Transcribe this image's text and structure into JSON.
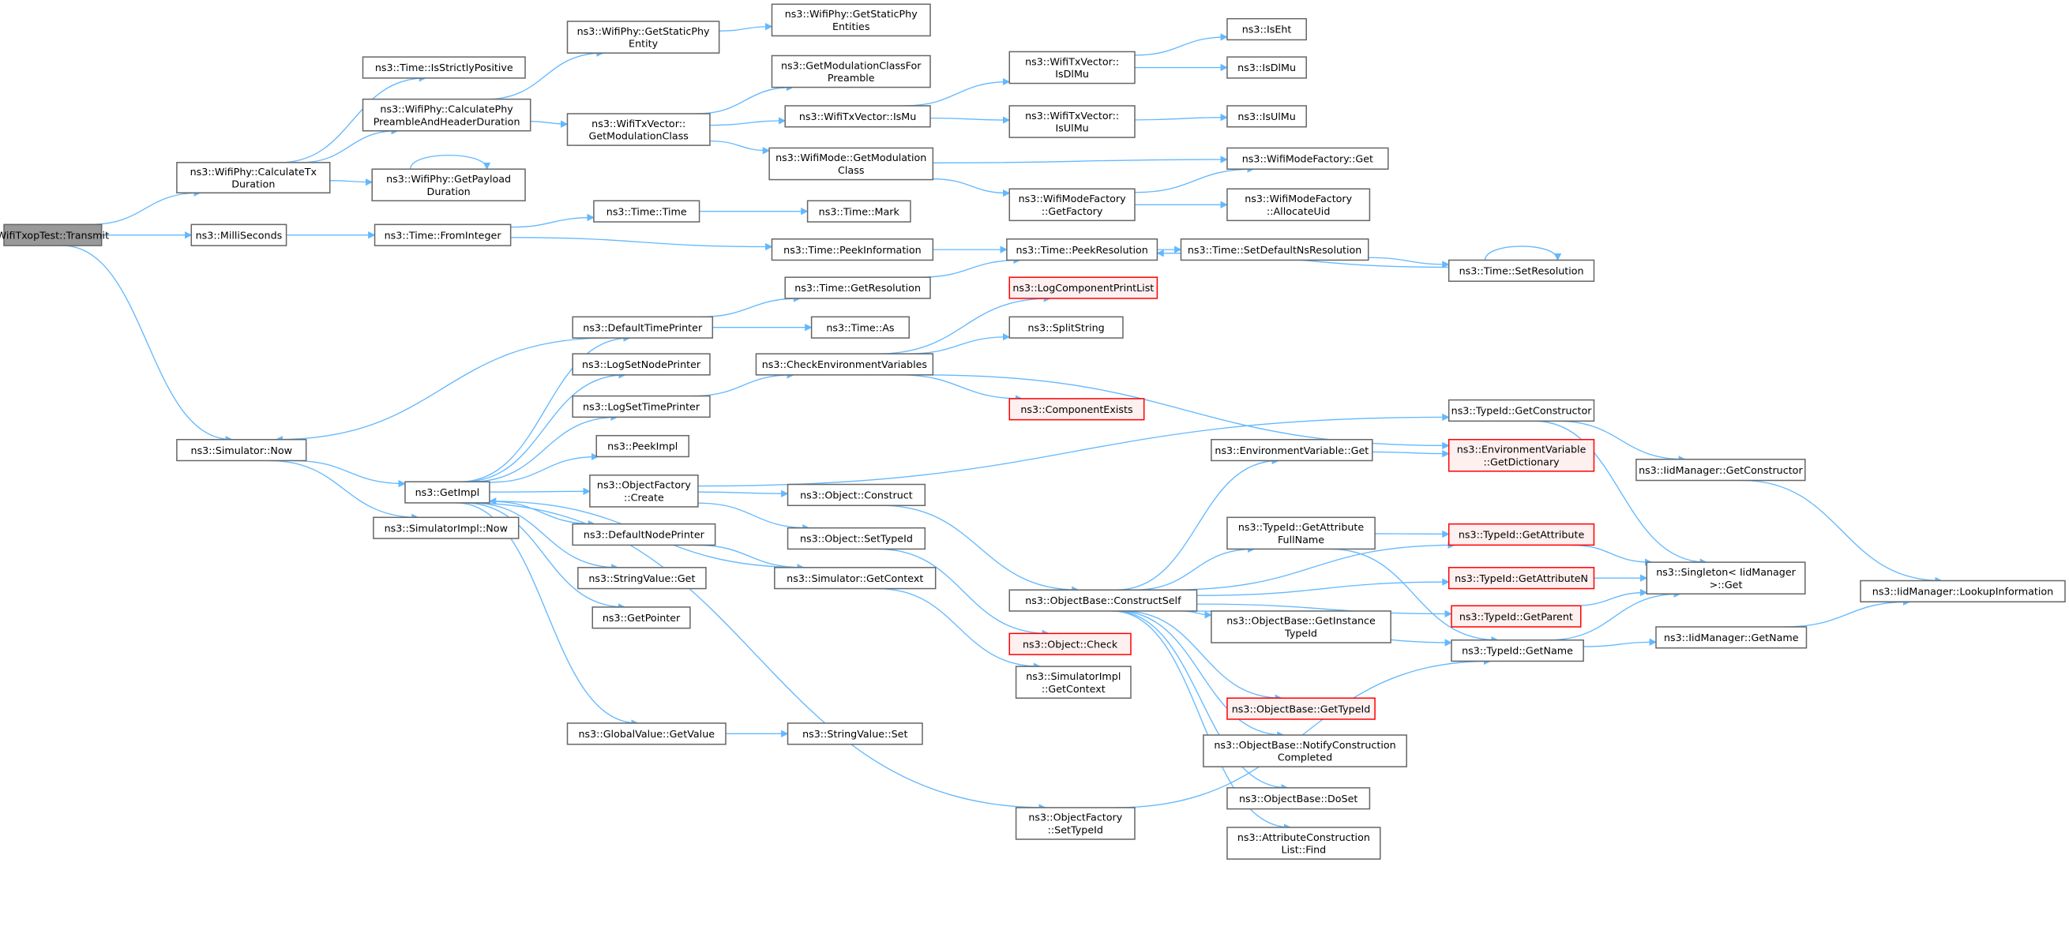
{
  "title": "WifiTxopTest::Transmit call graph",
  "colors": {
    "edge": "#63b8ff",
    "node_border": "#666666",
    "root_fill": "#999999",
    "red_border": "#ff0000",
    "red_fill": "#fff0f0"
  },
  "nodes": {
    "transmit": {
      "label": [
        "WifiTxopTest::Transmit"
      ],
      "style": "root"
    },
    "calcTx": {
      "label": [
        "ns3::WifiPhy::CalculateTx",
        "Duration"
      ]
    },
    "isStrictly": {
      "label": [
        "ns3::Time::IsStrictlyPositive"
      ]
    },
    "calcPhyPre": {
      "label": [
        "ns3::WifiPhy::CalculatePhy",
        "PreambleAndHeaderDuration"
      ]
    },
    "getPayload": {
      "label": [
        "ns3::WifiPhy::GetPayload",
        "Duration"
      ]
    },
    "getStaticPhyEntity": {
      "label": [
        "ns3::WifiPhy::GetStaticPhy",
        "Entity"
      ]
    },
    "getStaticPhyEntities": {
      "label": [
        "ns3::WifiPhy::GetStaticPhy",
        "Entities"
      ]
    },
    "getModClass": {
      "label": [
        "ns3::WifiTxVector::",
        "GetModulationClass"
      ]
    },
    "getModClassPreamble": {
      "label": [
        "ns3::GetModulationClassFor",
        "Preamble"
      ]
    },
    "isMu": {
      "label": [
        "ns3::WifiTxVector::IsMu"
      ]
    },
    "modeGetModClass": {
      "label": [
        "ns3::WifiMode::GetModulation",
        "Class"
      ]
    },
    "isDlMu": {
      "label": [
        "ns3::WifiTxVector::",
        "IsDlMu"
      ]
    },
    "isUlMu": {
      "label": [
        "ns3::WifiTxVector::",
        "IsUlMu"
      ]
    },
    "isEht": {
      "label": [
        "ns3::IsEht"
      ]
    },
    "isDlMuFn": {
      "label": [
        "ns3::IsDlMu"
      ]
    },
    "isUlMuFn": {
      "label": [
        "ns3::IsUlMu"
      ]
    },
    "modeFactoryGet": {
      "label": [
        "ns3::WifiModeFactory::Get"
      ]
    },
    "getFactory": {
      "label": [
        "ns3::WifiModeFactory",
        "::GetFactory"
      ]
    },
    "allocateUid": {
      "label": [
        "ns3::WifiModeFactory",
        "::AllocateUid"
      ]
    },
    "milliSeconds": {
      "label": [
        "ns3::MilliSeconds"
      ]
    },
    "fromInteger": {
      "label": [
        "ns3::Time::FromInteger"
      ]
    },
    "timeTime": {
      "label": [
        "ns3::Time::Time"
      ]
    },
    "timeMark": {
      "label": [
        "ns3::Time::Mark"
      ]
    },
    "peekInfo": {
      "label": [
        "ns3::Time::PeekInformation"
      ]
    },
    "peekRes": {
      "label": [
        "ns3::Time::PeekResolution"
      ]
    },
    "setDefaultNs": {
      "label": [
        "ns3::Time::SetDefaultNsResolution"
      ]
    },
    "setRes": {
      "label": [
        "ns3::Time::SetResolution"
      ]
    },
    "getRes": {
      "label": [
        "ns3::Time::GetResolution"
      ]
    },
    "defaultTimePrinter": {
      "label": [
        "ns3::DefaultTimePrinter"
      ]
    },
    "timeAs": {
      "label": [
        "ns3::Time::As"
      ]
    },
    "logSetNodePrinter": {
      "label": [
        "ns3::LogSetNodePrinter"
      ]
    },
    "logSetTimePrinter": {
      "label": [
        "ns3::LogSetTimePrinter"
      ]
    },
    "peekImpl": {
      "label": [
        "ns3::PeekImpl"
      ]
    },
    "objFactoryCreate": {
      "label": [
        "ns3::ObjectFactory",
        "::Create"
      ]
    },
    "defaultNodePrinter": {
      "label": [
        "ns3::DefaultNodePrinter"
      ]
    },
    "stringValueGet": {
      "label": [
        "ns3::StringValue::Get"
      ]
    },
    "getPointer": {
      "label": [
        "ns3::GetPointer"
      ]
    },
    "globalValueGetValue": {
      "label": [
        "ns3::GlobalValue::GetValue"
      ]
    },
    "stringValueSet": {
      "label": [
        "ns3::StringValue::Set"
      ]
    },
    "simulatorNow": {
      "label": [
        "ns3::Simulator::Now"
      ]
    },
    "getImpl": {
      "label": [
        "ns3::GetImpl"
      ]
    },
    "simulatorImplNow": {
      "label": [
        "ns3::SimulatorImpl::Now"
      ]
    },
    "checkEnv": {
      "label": [
        "ns3::CheckEnvironmentVariables"
      ]
    },
    "logCompPrintList": {
      "label": [
        "ns3::LogComponentPrintList"
      ],
      "style": "red"
    },
    "splitString": {
      "label": [
        "ns3::SplitString"
      ]
    },
    "componentExists": {
      "label": [
        "ns3::ComponentExists"
      ],
      "style": "red"
    },
    "objConstruct": {
      "label": [
        "ns3::Object::Construct"
      ]
    },
    "objSetTypeId": {
      "label": [
        "ns3::Object::SetTypeId"
      ]
    },
    "simGetContext": {
      "label": [
        "ns3::Simulator::GetContext"
      ]
    },
    "objCheck": {
      "label": [
        "ns3::Object::Check"
      ],
      "style": "red"
    },
    "simImplGetContext": {
      "label": [
        "ns3::SimulatorImpl",
        "::GetContext"
      ]
    },
    "objFactorySetTypeId": {
      "label": [
        "ns3::ObjectFactory",
        "::SetTypeId"
      ]
    },
    "constructSelf": {
      "label": [
        "ns3::ObjectBase::ConstructSelf"
      ]
    },
    "envVarGet": {
      "label": [
        "ns3::EnvironmentVariable::Get"
      ]
    },
    "envGetDict": {
      "label": [
        "ns3::EnvironmentVariable",
        "::GetDictionary"
      ],
      "style": "red"
    },
    "typeIdGetConstructor": {
      "label": [
        "ns3::TypeId::GetConstructor"
      ]
    },
    "iidGetConstructor": {
      "label": [
        "ns3::IidManager::GetConstructor"
      ]
    },
    "getAttrFullName": {
      "label": [
        "ns3::TypeId::GetAttribute",
        "FullName"
      ]
    },
    "getAttribute": {
      "label": [
        "ns3::TypeId::GetAttribute"
      ],
      "style": "red"
    },
    "getAttributeN": {
      "label": [
        "ns3::TypeId::GetAttributeN"
      ],
      "style": "red"
    },
    "getParent": {
      "label": [
        "ns3::TypeId::GetParent"
      ],
      "style": "red"
    },
    "singletonGet": {
      "label": [
        "ns3::Singleton< IidManager",
        ">::Get"
      ]
    },
    "lookupInfo": {
      "label": [
        "ns3::IidManager::LookupInformation"
      ]
    },
    "typeIdGetName": {
      "label": [
        "ns3::TypeId::GetName"
      ]
    },
    "iidGetName": {
      "label": [
        "ns3::IidManager::GetName"
      ]
    },
    "getInstanceTypeId": {
      "label": [
        "ns3::ObjectBase::GetInstance",
        "TypeId"
      ]
    },
    "getTypeId": {
      "label": [
        "ns3::ObjectBase::GetTypeId"
      ],
      "style": "red"
    },
    "notifyConstruction": {
      "label": [
        "ns3::ObjectBase::NotifyConstruction",
        "Completed"
      ]
    },
    "doSet": {
      "label": [
        "ns3::ObjectBase::DoSet"
      ]
    },
    "attrConstructionListFind": {
      "label": [
        "ns3::AttributeConstruction",
        "List::Find"
      ]
    }
  },
  "edges": [
    [
      "transmit",
      "calcTx"
    ],
    [
      "transmit",
      "milliSeconds"
    ],
    [
      "transmit",
      "simulatorNow"
    ],
    [
      "calcTx",
      "isStrictly"
    ],
    [
      "calcTx",
      "calcPhyPre"
    ],
    [
      "calcTx",
      "getPayload"
    ],
    [
      "getPayload",
      "getPayload"
    ],
    [
      "calcPhyPre",
      "getStaticPhyEntity"
    ],
    [
      "calcPhyPre",
      "getModClass"
    ],
    [
      "getStaticPhyEntity",
      "getStaticPhyEntities"
    ],
    [
      "getModClass",
      "getModClassPreamble"
    ],
    [
      "getModClass",
      "isMu"
    ],
    [
      "getModClass",
      "modeGetModClass"
    ],
    [
      "isMu",
      "isDlMu"
    ],
    [
      "isMu",
      "isUlMu"
    ],
    [
      "isDlMu",
      "isEht"
    ],
    [
      "isDlMu",
      "isDlMuFn"
    ],
    [
      "isUlMu",
      "isUlMuFn"
    ],
    [
      "modeGetModClass",
      "modeFactoryGet"
    ],
    [
      "modeGetModClass",
      "getFactory"
    ],
    [
      "getFactory",
      "modeFactoryGet"
    ],
    [
      "getFactory",
      "allocateUid"
    ],
    [
      "milliSeconds",
      "fromInteger"
    ],
    [
      "fromInteger",
      "timeTime"
    ],
    [
      "fromInteger",
      "peekInfo"
    ],
    [
      "timeTime",
      "timeMark"
    ],
    [
      "peekInfo",
      "peekRes"
    ],
    [
      "peekRes",
      "setDefaultNs"
    ],
    [
      "setDefaultNs",
      "setRes"
    ],
    [
      "setRes",
      "setRes"
    ],
    [
      "setRes",
      "peekRes"
    ],
    [
      "getRes",
      "peekRes"
    ],
    [
      "defaultTimePrinter",
      "getRes"
    ],
    [
      "defaultTimePrinter",
      "timeAs"
    ],
    [
      "defaultTimePrinter",
      "simulatorNow"
    ],
    [
      "simulatorNow",
      "getImpl"
    ],
    [
      "simulatorNow",
      "simulatorImplNow"
    ],
    [
      "getImpl",
      "defaultTimePrinter"
    ],
    [
      "getImpl",
      "logSetNodePrinter"
    ],
    [
      "getImpl",
      "logSetTimePrinter"
    ],
    [
      "getImpl",
      "peekImpl"
    ],
    [
      "getImpl",
      "objFactoryCreate"
    ],
    [
      "getImpl",
      "defaultNodePrinter"
    ],
    [
      "getImpl",
      "stringValueGet"
    ],
    [
      "getImpl",
      "getPointer"
    ],
    [
      "getImpl",
      "globalValueGetValue"
    ],
    [
      "getImpl",
      "objFactorySetTypeId"
    ],
    [
      "logSetTimePrinter",
      "checkEnv"
    ],
    [
      "checkEnv",
      "logCompPrintList"
    ],
    [
      "checkEnv",
      "splitString"
    ],
    [
      "checkEnv",
      "componentExists"
    ],
    [
      "checkEnv",
      "envGetDict"
    ],
    [
      "objFactoryCreate",
      "typeIdGetConstructor"
    ],
    [
      "objFactoryCreate",
      "objConstruct"
    ],
    [
      "objFactoryCreate",
      "objSetTypeId"
    ],
    [
      "defaultNodePrinter",
      "simGetContext"
    ],
    [
      "simGetContext",
      "getImpl"
    ],
    [
      "simGetContext",
      "simImplGetContext"
    ],
    [
      "objConstruct",
      "constructSelf"
    ],
    [
      "objSetTypeId",
      "objCheck"
    ],
    [
      "globalValueGetValue",
      "stringValueSet"
    ],
    [
      "objFactorySetTypeId",
      "typeIdGetName"
    ],
    [
      "constructSelf",
      "envVarGet"
    ],
    [
      "constructSelf",
      "getAttribute"
    ],
    [
      "constructSelf",
      "getAttrFullName"
    ],
    [
      "constructSelf",
      "getAttributeN"
    ],
    [
      "constructSelf",
      "getParent"
    ],
    [
      "constructSelf",
      "getInstanceTypeId"
    ],
    [
      "constructSelf",
      "getTypeId"
    ],
    [
      "constructSelf",
      "notifyConstruction"
    ],
    [
      "constructSelf",
      "doSet"
    ],
    [
      "constructSelf",
      "attrConstructionListFind"
    ],
    [
      "constructSelf",
      "typeIdGetName"
    ],
    [
      "envVarGet",
      "envGetDict"
    ],
    [
      "typeIdGetConstructor",
      "iidGetConstructor"
    ],
    [
      "typeIdGetConstructor",
      "singletonGet"
    ],
    [
      "iidGetConstructor",
      "lookupInfo"
    ],
    [
      "getAttrFullName",
      "getAttribute"
    ],
    [
      "getAttrFullName",
      "typeIdGetName"
    ],
    [
      "getAttribute",
      "singletonGet"
    ],
    [
      "getAttributeN",
      "singletonGet"
    ],
    [
      "getParent",
      "singletonGet"
    ],
    [
      "typeIdGetName",
      "singletonGet"
    ],
    [
      "typeIdGetName",
      "iidGetName"
    ],
    [
      "iidGetName",
      "lookupInfo"
    ]
  ]
}
